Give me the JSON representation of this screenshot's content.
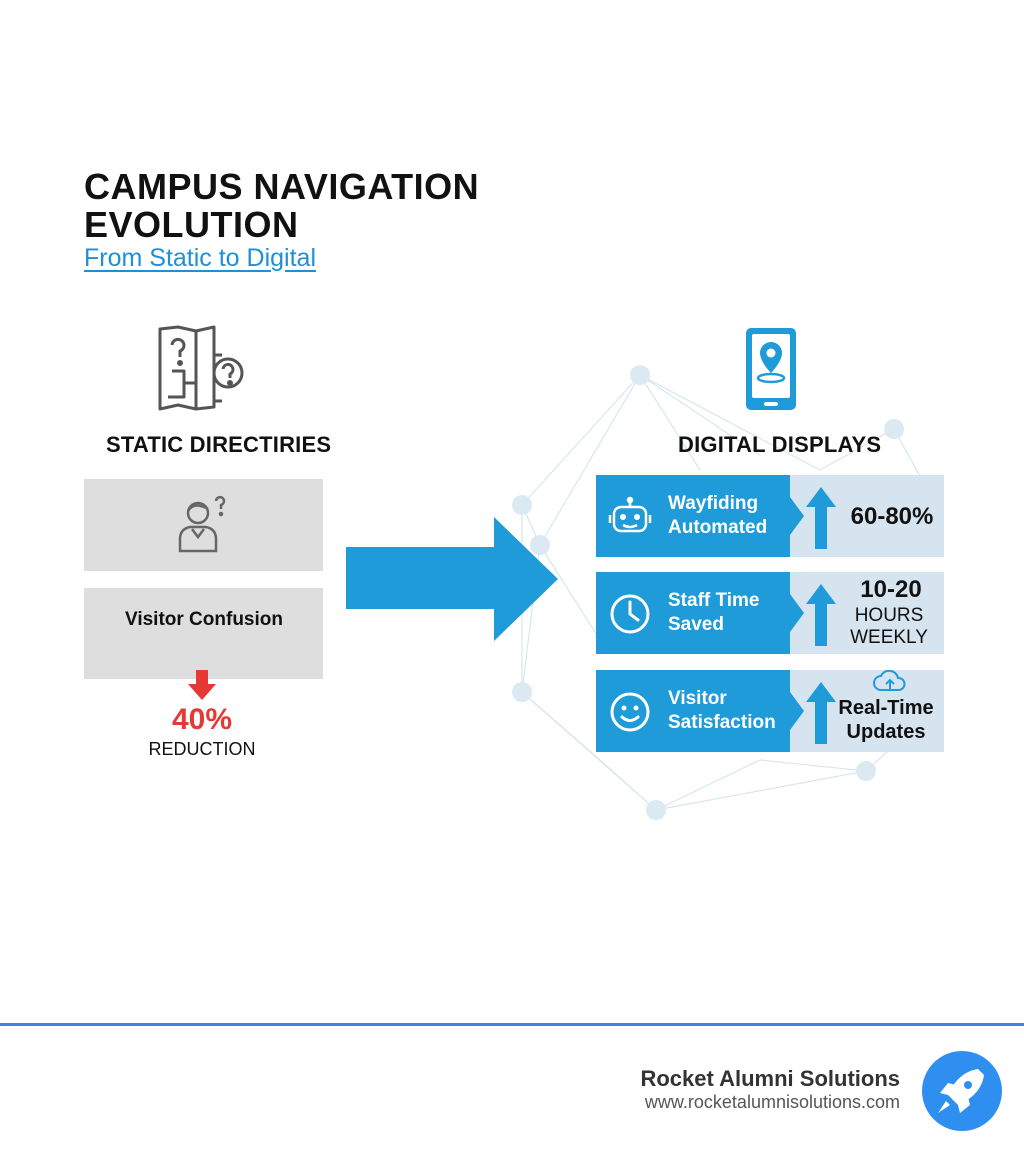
{
  "header": {
    "title": "CAMPUS NAVIGATION EVOLUTION",
    "subtitle": "From Static to Digital"
  },
  "static_section": {
    "label": "STATIC DIRECTIRIES",
    "confusion_label": "Visitor Confusion",
    "change_value": "40%",
    "change_label": "REDUCTION"
  },
  "digital_section": {
    "label": "DIGITAL DISPLAYS",
    "rows": [
      {
        "label": "Wayfiding Automated",
        "icon": "robot-icon",
        "value": "60-80%",
        "value_sub": ""
      },
      {
        "label": "Staff Time Saved",
        "icon": "clock-icon",
        "value": "10-20",
        "value_sub": "HOURS WEEKLY"
      },
      {
        "label": "Visitor Satisfaction",
        "icon": "smiley-icon",
        "value": "Real-Time Updates",
        "value_sub": ""
      }
    ]
  },
  "footer": {
    "brand": "Rocket Alumni Solutions",
    "url": "www.rocketalumnisolutions.com"
  },
  "colors": {
    "accent_blue": "#1f9bd9",
    "link_blue": "#1f8fd8",
    "alert_red": "#e53935",
    "panel_gray": "#dedede",
    "value_panel": "#d6e4f0",
    "footer_line": "#3a86e0"
  }
}
